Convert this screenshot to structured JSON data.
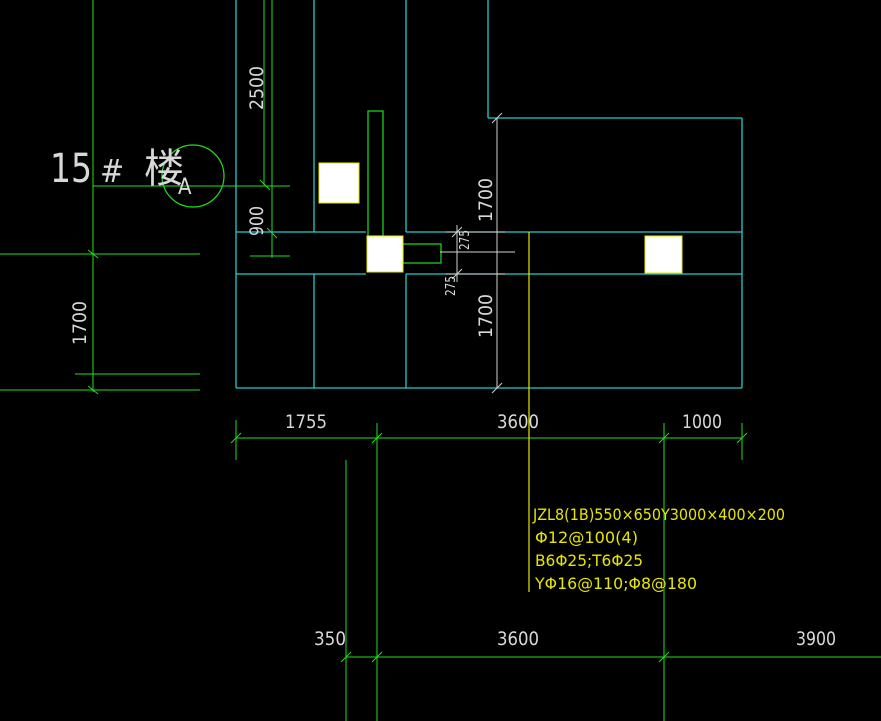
{
  "drawing": {
    "colors": {
      "background": "#000000",
      "grid_line": "#1fe01f",
      "wall_line": "#22cccc",
      "dimension_line": "#cfcfcf",
      "label_text": "#d8d8d8",
      "beam_line": "#e6e600",
      "column_fill": "#ffffff",
      "column_edge": "#e6e600",
      "axis_bubble": "#1fe01f"
    },
    "building_label": {
      "number": "15",
      "hash": "#",
      "char": "楼"
    },
    "axis_bubble_label": "A",
    "dimensions": {
      "vertical_2500": "2500",
      "vertical_900": "900",
      "vertical_1700_left": "1700",
      "vertical_1700_upper": "1700",
      "vertical_1700_lower": "1700",
      "vertical_275_upper": "275",
      "vertical_275_lower": "275",
      "horizontal_1755": "1755",
      "horizontal_3600_top": "3600",
      "horizontal_1000": "1000",
      "horizontal_350": "350",
      "horizontal_3600_bottom": "3600",
      "horizontal_3900": "3900"
    },
    "beam_annotation": {
      "line1": "JZL8(1B)550×650Y3000×400×200",
      "line2": "Φ12@100(4)",
      "line3": "B6Φ25;T6Φ25",
      "line4": "YΦ16@110;Φ8@180"
    }
  }
}
